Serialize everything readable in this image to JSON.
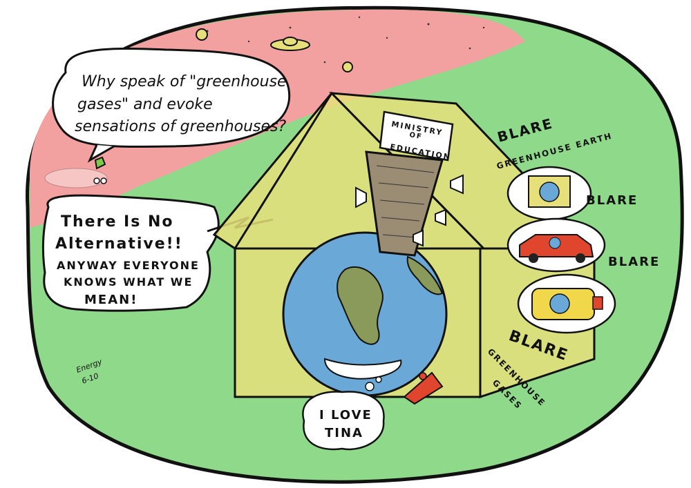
{
  "speech_top": {
    "line1": "Why speak of \"greenhouse",
    "line2": "gases\" and evoke",
    "line3": "sensations of greenhouses?"
  },
  "speech_left": {
    "line1": "There Is No",
    "line2": "Alternative!!",
    "line3": "ANYWAY EVERYONE",
    "line4": "KNOWS WHAT WE",
    "line5": "MEAN!"
  },
  "sign": {
    "line1": "MINISTRY",
    "line2": "OF",
    "line3": "EDUCATION"
  },
  "blare": {
    "b1": "BLARE",
    "b1_caption": "GREENHOUSE EARTH",
    "b2": "BLARE",
    "b3": "BLARE",
    "b4": "BLARE",
    "b4_caption1": "GREENHOUSE",
    "b4_caption2": "GASES"
  },
  "thought_bottom": {
    "line1": "I LOVE",
    "line2": "TINA"
  },
  "signature": {
    "line1": "Energy",
    "line2": "6-10"
  },
  "colors": {
    "outer_green": "#8fd98a",
    "sky_pink": "#f2a1a0",
    "greenhouse_yellow": "#e6df7a",
    "globe_blue": "#6aa8d8",
    "land_green": "#8a9a5a",
    "tower_brown": "#9b8c74",
    "car_red": "#e0452e",
    "bottle_yellow": "#f0d84a"
  }
}
